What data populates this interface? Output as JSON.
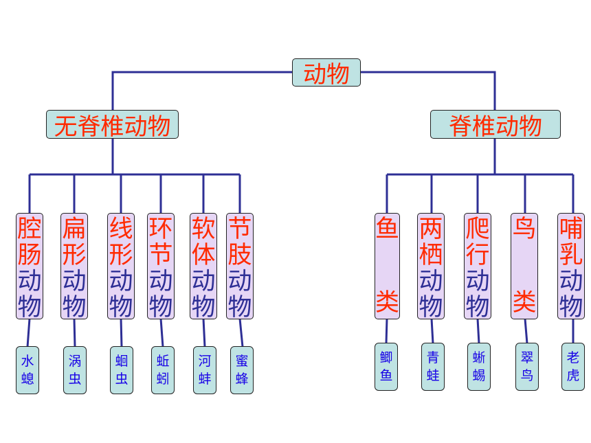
{
  "root": "动物",
  "branches": [
    {
      "label": "无脊椎动物",
      "categories": [
        {
          "top": "腔肠",
          "bottom": "动物",
          "example": [
            "水",
            "螅"
          ]
        },
        {
          "top": "扁形",
          "bottom": "动物",
          "example": [
            "涡",
            "虫"
          ]
        },
        {
          "top": "线形",
          "bottom": "动物",
          "example": [
            "蛔",
            "虫"
          ]
        },
        {
          "top": "环节",
          "bottom": "动物",
          "example": [
            "蚯",
            "蚓"
          ]
        },
        {
          "top": "软体",
          "bottom": "动物",
          "example": [
            "河",
            "蚌"
          ]
        },
        {
          "top": "节肢",
          "bottom": "动物",
          "example": [
            "蜜",
            "蜂"
          ]
        }
      ]
    },
    {
      "label": "脊椎动物",
      "categories": [
        {
          "top": "鱼",
          "bottom": "类",
          "example": [
            "鲫",
            "鱼"
          ]
        },
        {
          "top": "两栖",
          "bottom": "动物",
          "example": [
            "青",
            "蛙"
          ]
        },
        {
          "top": "爬行",
          "bottom": "动物",
          "example": [
            "蜥",
            "蜴"
          ]
        },
        {
          "top": "鸟",
          "bottom": "类",
          "example": [
            "翠",
            "鸟"
          ]
        },
        {
          "top": "哺乳",
          "bottom": "动物",
          "example": [
            "老",
            "虎"
          ]
        }
      ]
    }
  ],
  "colors": {
    "line": "#2e2f95",
    "box_teal": "#bfe3e3",
    "box_purple": "#e6d6f5",
    "red_text": "#ff2a00",
    "navy_text": "#2e2f95",
    "blue_text": "#1800e6"
  }
}
